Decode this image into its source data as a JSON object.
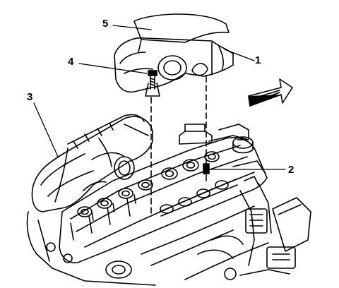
{
  "diagram": {
    "callouts": [
      {
        "id": "1",
        "text": "1",
        "part": "air-cleaner-outlet-resonator"
      },
      {
        "id": "2",
        "text": "2",
        "part": "mounting-stud"
      },
      {
        "id": "3",
        "text": "3",
        "part": "intake-manifold"
      },
      {
        "id": "4",
        "text": "4",
        "part": "retaining-bolt"
      },
      {
        "id": "5",
        "text": "5",
        "part": "resonator-cover"
      }
    ],
    "arrow_icon": "front-of-vehicle-arrow-icon",
    "colors": {
      "ink": "#000000",
      "paper": "#ffffff"
    }
  }
}
